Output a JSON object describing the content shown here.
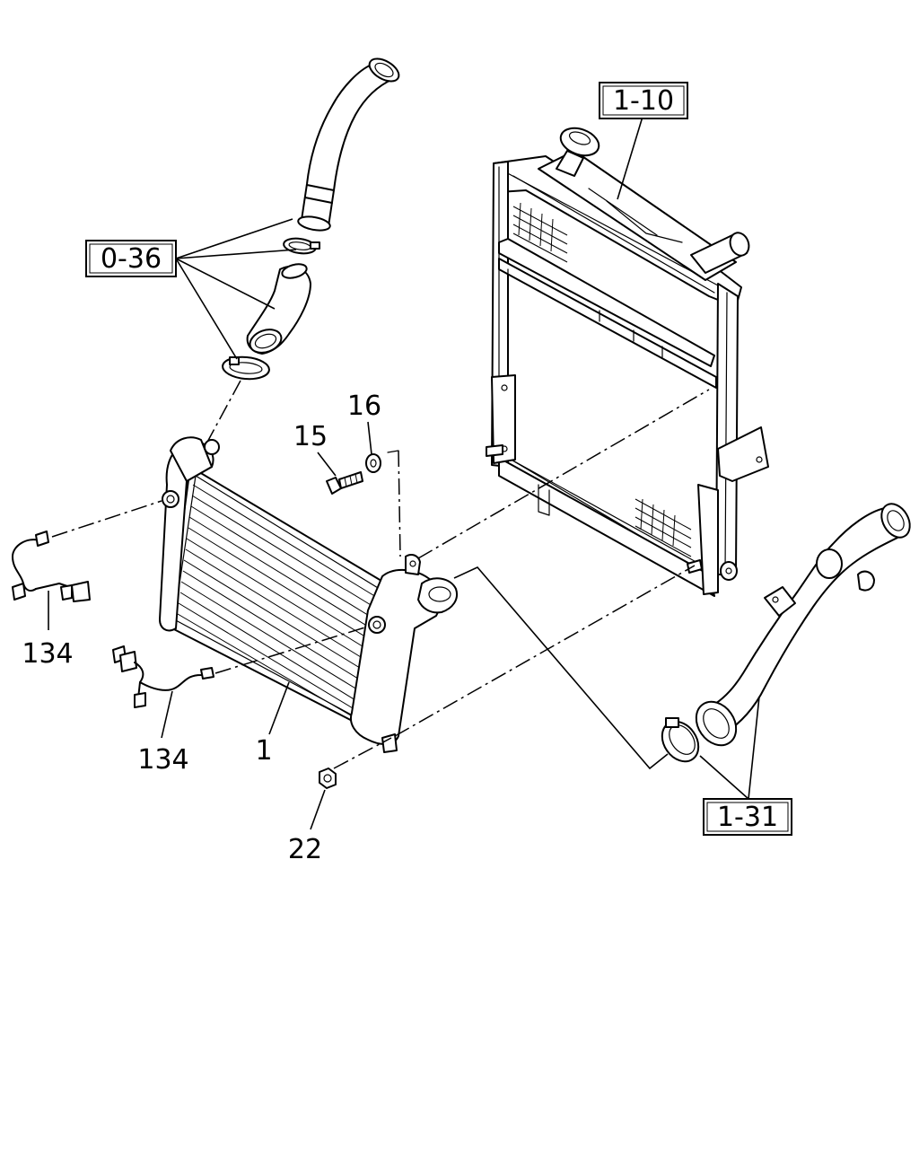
{
  "callouts": {
    "ref_radiator": "1-10",
    "ref_inlet_hose": "0-36",
    "ref_outlet_hose": "1-31"
  },
  "labels": {
    "intercooler": "1",
    "bolt": "15",
    "washer": "16",
    "sensor_left": "134",
    "sensor_lower": "134",
    "nut": "22"
  }
}
